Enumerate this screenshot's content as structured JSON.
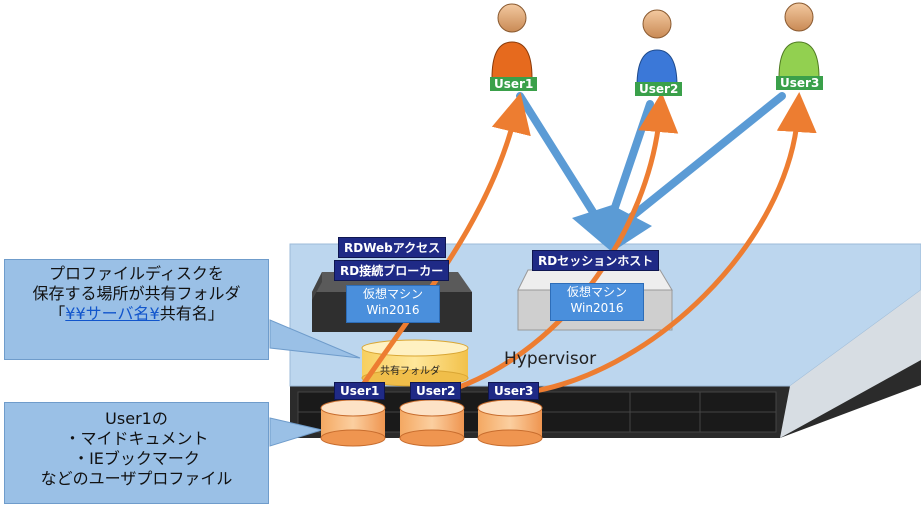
{
  "callout_top": {
    "line1": "プロファイルディスクを",
    "line2": "保存する場所が共有フォルダ",
    "line3_prefix": "「",
    "line3_link": "¥¥サーバ名¥",
    "line3_suffix": "共有名」"
  },
  "callout_bottom": {
    "line1": "User1の",
    "line2": "・マイドキュメント",
    "line3": "・IEブックマーク",
    "line4": "などのユーザプロファイル"
  },
  "hypervisor_label": "Hypervisor",
  "broker_server": {
    "tag_web": "RDWebアクセス",
    "tag_broker": "RD接続ブローカー",
    "vm_line1": "仮想マシン",
    "vm_line2": "Win2016"
  },
  "session_server": {
    "tag_session": "RDセッションホスト",
    "vm_line1": "仮想マシン",
    "vm_line2": "Win2016"
  },
  "shared_folder_label": "共有フォルダ",
  "disks": [
    "User1",
    "User2",
    "User3"
  ],
  "users": [
    {
      "name": "User1",
      "color": "#e66a1e"
    },
    {
      "name": "User2",
      "color": "#3b78d8"
    },
    {
      "name": "User3",
      "color": "#92d050"
    }
  ],
  "colors": {
    "orange_arrow": "#ed7d31",
    "blue_arrow": "#5b9bd5",
    "platform": "#bcd6ee",
    "callout": "#9ac0e6"
  }
}
